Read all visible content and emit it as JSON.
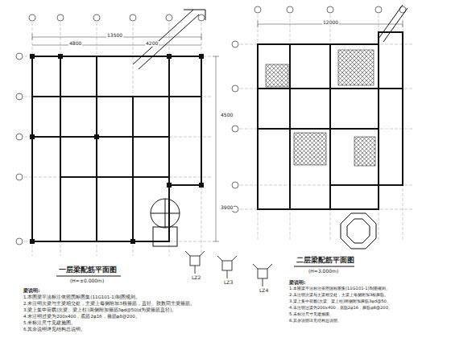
{
  "diagram": {
    "labels": [
      "一层梁配筋平面图",
      "(H=±0.000m)",
      "二层梁配筋平面图",
      "(H=3.000m)",
      "LZ2",
      "LZ3",
      "LZ4",
      "梁说明:",
      "1.本图梁平法标注依照国标图集(11G101-1)制图规则。",
      "2.未注明次梁与主梁相交处，主梁上每侧附加3根箍筋，直径、肢数同主梁箍筋。",
      "3.梁上集中荷载(次梁、梁上柱)两侧附加箍筋3φd@50(d为梁箍筋直径)。",
      "4.未注明过梁为200x400，底筋2φ16，箍筋φ8@200。",
      "5.未标注尺寸见建施图。",
      "6.其余说明详见结构总说明。",
      "梁说明:",
      "1.本图梁平法标注依照国标图集(11G101-1)制图规则。",
      "2.未注明次梁与主梁相交处，主梁上每侧附加3根箍筋。",
      "3.梁上集中荷载(次梁、梁上柱)两侧附加箍筋3φd@50。",
      "4.未注明过梁为200x400，底筋2φ16，箍筋φ8@200。",
      "5.未标注尺寸见建施图。",
      "6.其余说明详见结构总说明。",
      "13500",
      "4500",
      "3900",
      "12000",
      "4800",
      "4200"
    ]
  }
}
